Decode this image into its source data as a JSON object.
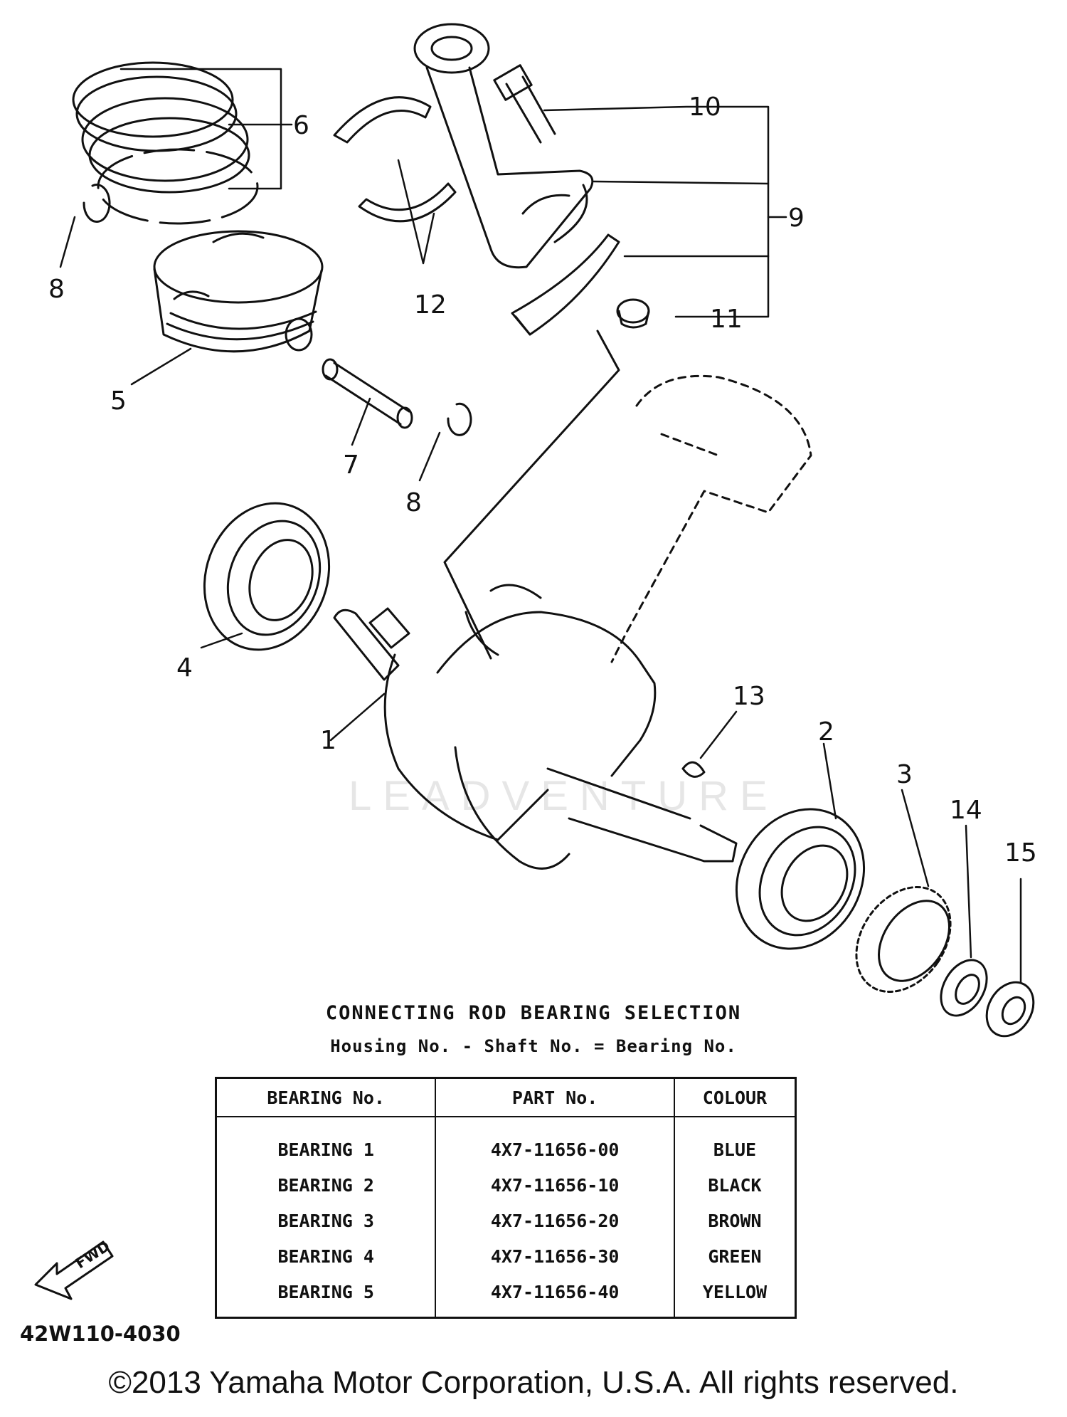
{
  "callouts": {
    "c1": "1",
    "c2": "2",
    "c3": "3",
    "c4": "4",
    "c5": "5",
    "c6": "6",
    "c7": "7",
    "c8a": "8",
    "c8b": "8",
    "c9": "9",
    "c10": "10",
    "c11": "11",
    "c12": "12",
    "c13": "13",
    "c14": "14",
    "c15": "15"
  },
  "watermark": "LEADVENTURE",
  "fwd_label": "FWD",
  "selection": {
    "title": "CONNECTING ROD BEARING SELECTION",
    "formula": "Housing No. - Shaft No. = Bearing No.",
    "headers": [
      "BEARING No.",
      "PART No.",
      "COLOUR"
    ],
    "rows": [
      [
        "BEARING 1",
        "4X7-11656-00",
        "BLUE"
      ],
      [
        "BEARING 2",
        "4X7-11656-10",
        "BLACK"
      ],
      [
        "BEARING 3",
        "4X7-11656-20",
        "BROWN"
      ],
      [
        "BEARING 4",
        "4X7-11656-30",
        "GREEN"
      ],
      [
        "BEARING 5",
        "4X7-11656-40",
        "YELLOW"
      ]
    ]
  },
  "diagram_code": "42W110-4030",
  "copyright": "©2013 Yamaha Motor Corporation, U.S.A. All rights reserved."
}
